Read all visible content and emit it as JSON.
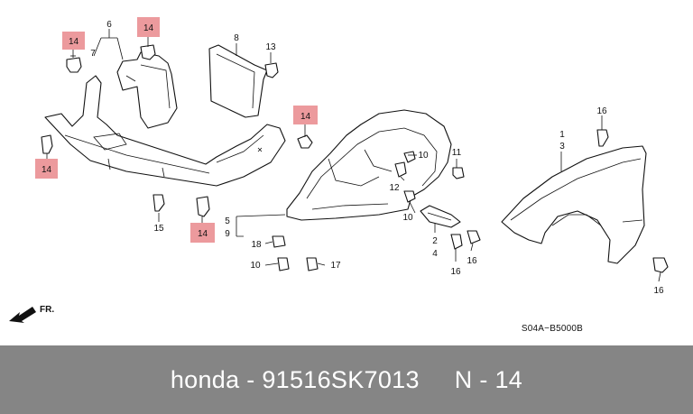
{
  "diagram": {
    "code": "S04A−B5000B",
    "fr_label": "FR.",
    "labels": {
      "l6": "6",
      "l7": "7",
      "l8": "8",
      "l13": "13",
      "l1": "1",
      "l3": "3",
      "l16a": "16",
      "l11": "11",
      "l10a": "10",
      "l12": "12",
      "l10b": "10",
      "l5": "5",
      "l9": "9",
      "l18": "18",
      "l10c": "10",
      "l17": "17",
      "l15": "15",
      "l2": "2",
      "l4": "4",
      "l16b": "16",
      "l16c": "16",
      "l16d": "16"
    },
    "highlight_labels": {
      "h1": "14",
      "h2": "14",
      "h3": "14",
      "h4": "14",
      "h5": "14"
    }
  },
  "footer": {
    "text": "honda - 91516SK7013     N - 14"
  },
  "colors": {
    "highlight": "#ec9a9d",
    "footer_bg": "#858585",
    "footer_text": "#ffffff"
  }
}
